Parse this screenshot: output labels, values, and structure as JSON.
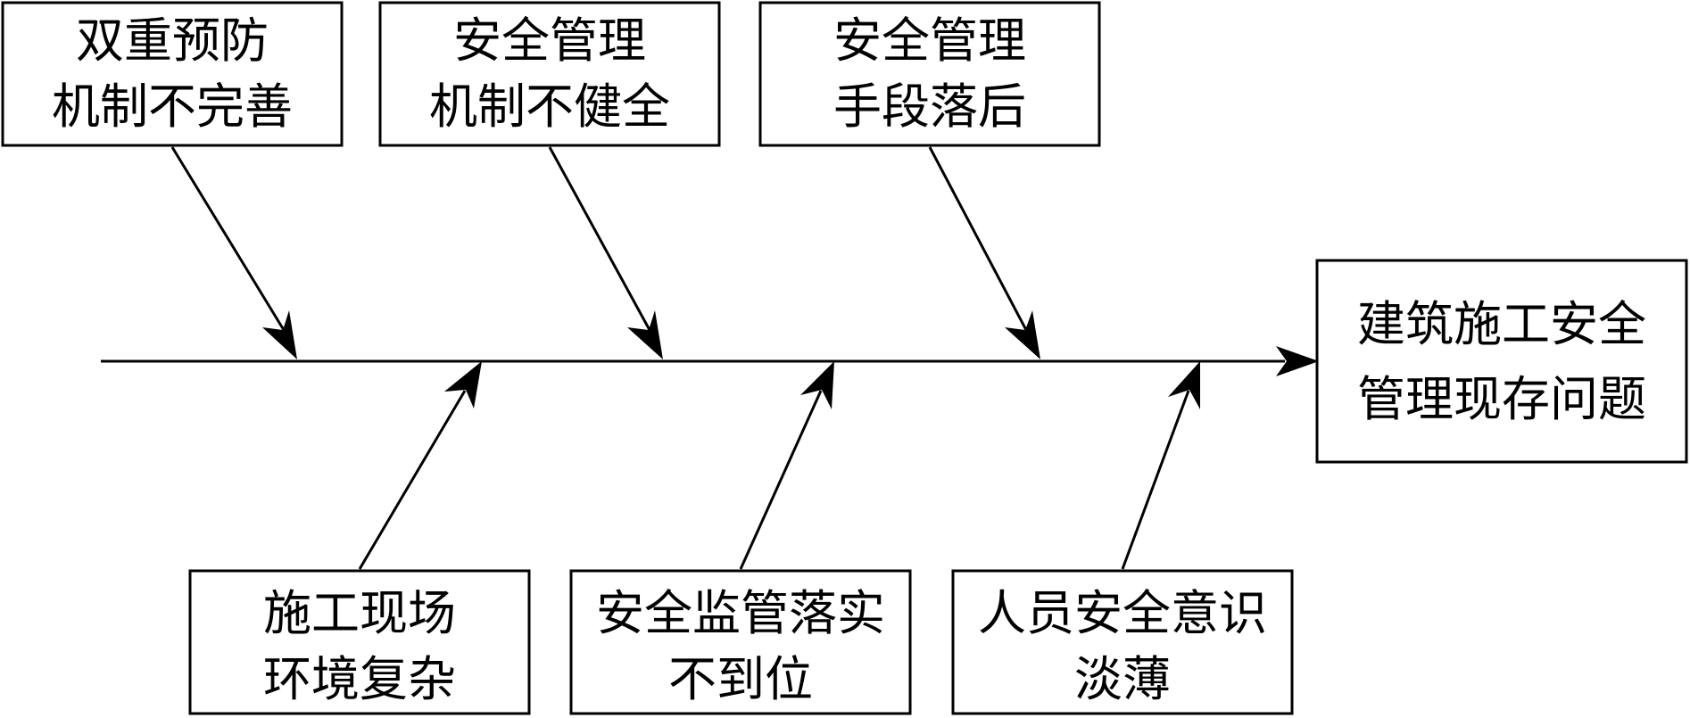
{
  "effect": {
    "lines": [
      "建筑施工安全",
      "管理现存问题"
    ]
  },
  "causes_top": [
    {
      "lines": [
        "双重预防",
        "机制不完善"
      ]
    },
    {
      "lines": [
        "安全管理",
        "机制不健全"
      ]
    },
    {
      "lines": [
        "安全管理",
        "手段落后"
      ]
    }
  ],
  "causes_bottom": [
    {
      "lines": [
        "施工现场",
        "环境复杂"
      ]
    },
    {
      "lines": [
        "安全监管落实",
        "不到位"
      ]
    },
    {
      "lines": [
        "人员安全意识",
        "淡薄"
      ]
    }
  ]
}
